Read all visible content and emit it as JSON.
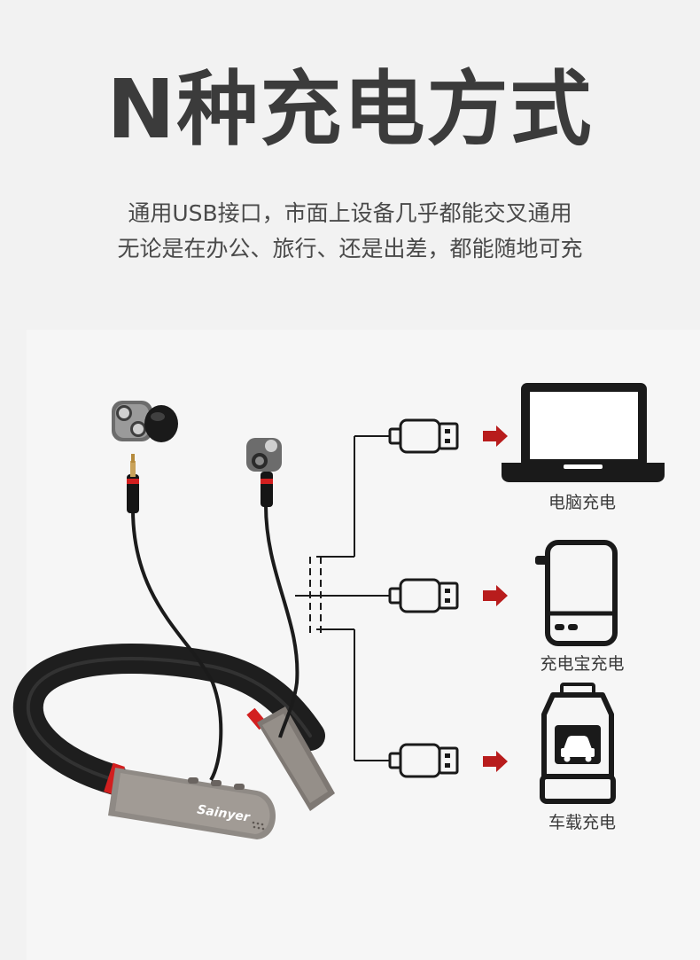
{
  "title": "N种充电方式",
  "subtitle_lines": [
    "通用USB接口，市面上设备几乎都能交叉通用",
    "无论是在办公、旅行、还是出差，都能随地可充"
  ],
  "brand": "Sainyer",
  "devices": [
    {
      "label": "电脑充电",
      "icon": "laptop-icon"
    },
    {
      "label": "充电宝充电",
      "icon": "power-bank-icon"
    },
    {
      "label": "车载充电",
      "icon": "car-charger-icon"
    }
  ],
  "colors": {
    "title": "#3b3b3b",
    "text": "#4a4a4a",
    "arrow": "#b81c1c",
    "accent_red": "#d21f1f",
    "band": "#1e1e1e",
    "body_metal": "#8f8a85"
  }
}
